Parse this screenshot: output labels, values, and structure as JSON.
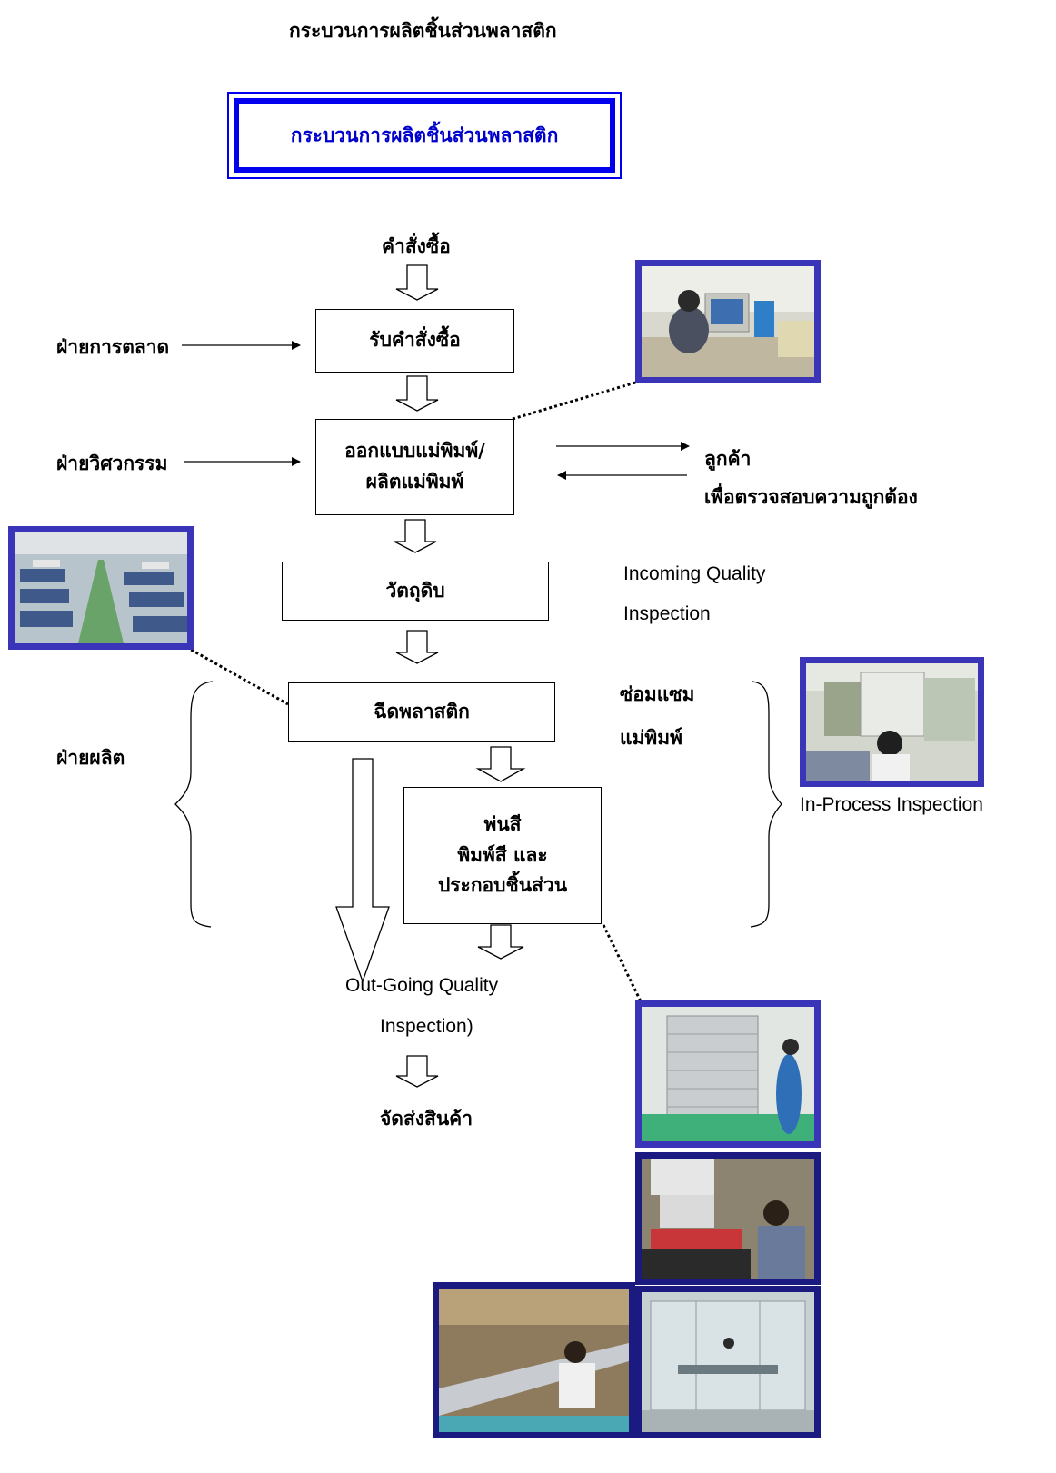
{
  "page_title": "กระบวนการผลิตชิ้นส่วนพลาสติก",
  "banner_title": "กระบวนการผลิตชิ้นส่วนพลาสติก",
  "start_label": "คำสั่งซื้อ",
  "steps": {
    "receive_order": "รับคำสั่งซื้อ",
    "design_mold_line1": "ออกแบบแม่พิมพ์/",
    "design_mold_line2": "ผลิตแม่พิมพ์",
    "raw_material": "วัตถุดิบ",
    "injection": "ฉีดพลาสติก",
    "finishing_line1": "พ่นสี",
    "finishing_line2": "พิมพ์สี และ",
    "finishing_line3": "ประกอบชิ้นส่วน"
  },
  "departments": {
    "marketing": "ฝ่ายการตลาด",
    "engineering": "ฝ่ายวิศวกรรม",
    "production": "ฝ่ายผลิต"
  },
  "customer": {
    "line1": "ลูกค้า",
    "line2": "เพื่อตรวจสอบความถูกต้อง"
  },
  "incoming_qc": {
    "line1": "Incoming Quality",
    "line2": "Inspection"
  },
  "mold_repair": {
    "line1": "ซ่อมแซม",
    "line2": "แม่พิมพ์"
  },
  "in_process_label": "In-Process Inspection",
  "outgoing_qc": {
    "line1": "Out-Going Quality",
    "line2": "Inspection)"
  },
  "end_label": "จัดส่งสินค้า",
  "colors": {
    "banner_border": "#0000ee",
    "banner_text": "#0000cc",
    "photo_border": "#3a35b8"
  }
}
